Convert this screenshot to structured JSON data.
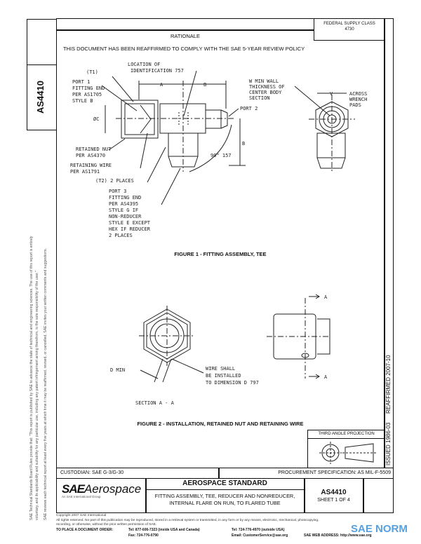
{
  "header": {
    "federal_supply_class_label": "FEDERAL SUPPLY CLASS",
    "federal_supply_class_value": "4730",
    "section_title": "RATIONALE",
    "rationale_text": "THIS DOCUMENT HAS BEEN REAFFIRMED TO COMPLY WITH THE SAE 5-YEAR REVIEW POLICY"
  },
  "side_doc_number": "AS4410",
  "side_disclaimer": [
    "SAE Technical Standards Board Rules provide that: \"This report is published by SAE to advance the state of technical and engineering sciences. The use of this report is entirely",
    "voluntary, and its applicability and suitability for any particular use, including any patent infringement arising therefrom, is the sole responsibility of the user.\"",
    "SAE reviews each technical report at least every five years at which time it may be reaffirmed, revised, or cancelled. SAE invites your written comments and suggestions."
  ],
  "right_strip": {
    "issued": "ISSUED 1986-03",
    "reaffirmed": "REAFFIRMED 2007-10"
  },
  "figure1": {
    "caption": "FIGURE 1 - FITTING ASSEMBLY, TEE",
    "t1": "(T1)",
    "location_id": [
      "LOCATION OF",
      "IDENTIFICATION 757"
    ],
    "port1": [
      "PORT 1",
      "FITTING END",
      "PER AS1705",
      "STYLE B"
    ],
    "dim_a": "A",
    "dim_b": "B",
    "dim_b_vertical": "B",
    "dim_c": "ØC",
    "port2": "PORT 2",
    "retained_nut": [
      "RETAINED NUT",
      "PER AS4370"
    ],
    "retaining_wire": [
      "RETAINING WIRE",
      "PER AS1791"
    ],
    "t2": "(T2) 2 PLACES",
    "angle": "90° 157",
    "port3": [
      "PORT 3",
      "FITTING END",
      "PER AS4395",
      "STYLE G IF",
      "NON-REDUCER",
      "STYLE E EXCEPT",
      "HEX IF REDUCER",
      "2 PLACES"
    ],
    "w_min_wall": [
      "W MIN WALL",
      "THICKNESS OF",
      "CENTER BODY",
      "SECTION"
    ],
    "dim_v": "V",
    "across_wrench": [
      "ACROSS",
      "WRENCH",
      "PADS"
    ]
  },
  "figure2": {
    "caption": "FIGURE 2 - INSTALLATION, RETAINED NUT AND RETAINING WIRE",
    "d_min": "D MIN",
    "wire_note": [
      "WIRE SHALL",
      "BE INSTALLED",
      "TO DIMENSION D 797"
    ],
    "section_label": "SECTION A - A",
    "section_arrow": "A"
  },
  "projection": {
    "title": "THIRD ANGLE PROJECTION"
  },
  "title_block": {
    "custodian": "CUSTODIAN: SAE G-3/G-30",
    "procurement": "PROCUREMENT SPECIFICATION: AS MIL-F-5509",
    "logo_sae": "SAE",
    "logo_aerospace": "Aerospace",
    "logo_tagline": "An SAE International Group",
    "standard_type": "AEROSPACE STANDARD",
    "title_lines": [
      "FITTING ASSEMBLY, TEE, REDUCER AND NONREDUCER,",
      "INTERNAL FLARE ON RUN, TO FLARED TUBE"
    ],
    "doc_number": "AS4410",
    "sheet": "SHEET 1 OF 4"
  },
  "footer": {
    "copyright": "Copyright 2007 SAE International",
    "rights": "All rights reserved. No part of this publication may be reproduced, stored in a retrieval system or transmitted, in any form or by any means, electronic, mechanical, photocopying,",
    "rights2": "recording, or otherwise, without the prior written permission of SAE.",
    "order_label": "TO PLACE A DOCUMENT ORDER:",
    "tel_us": "Tel: 877-606-7323 (inside USA and Canada)",
    "fax": "Fax: 724-776-0790",
    "tel_intl": "Tel: 724-776-4970 (outside USA)",
    "email": "Email: CustomerService@sae.org",
    "web": "SAE WEB ADDRESS: http://www.sae.org",
    "watermark": "SAE NORM"
  },
  "colors": {
    "watermark": "#3a8fd8",
    "ink": "#111111"
  }
}
